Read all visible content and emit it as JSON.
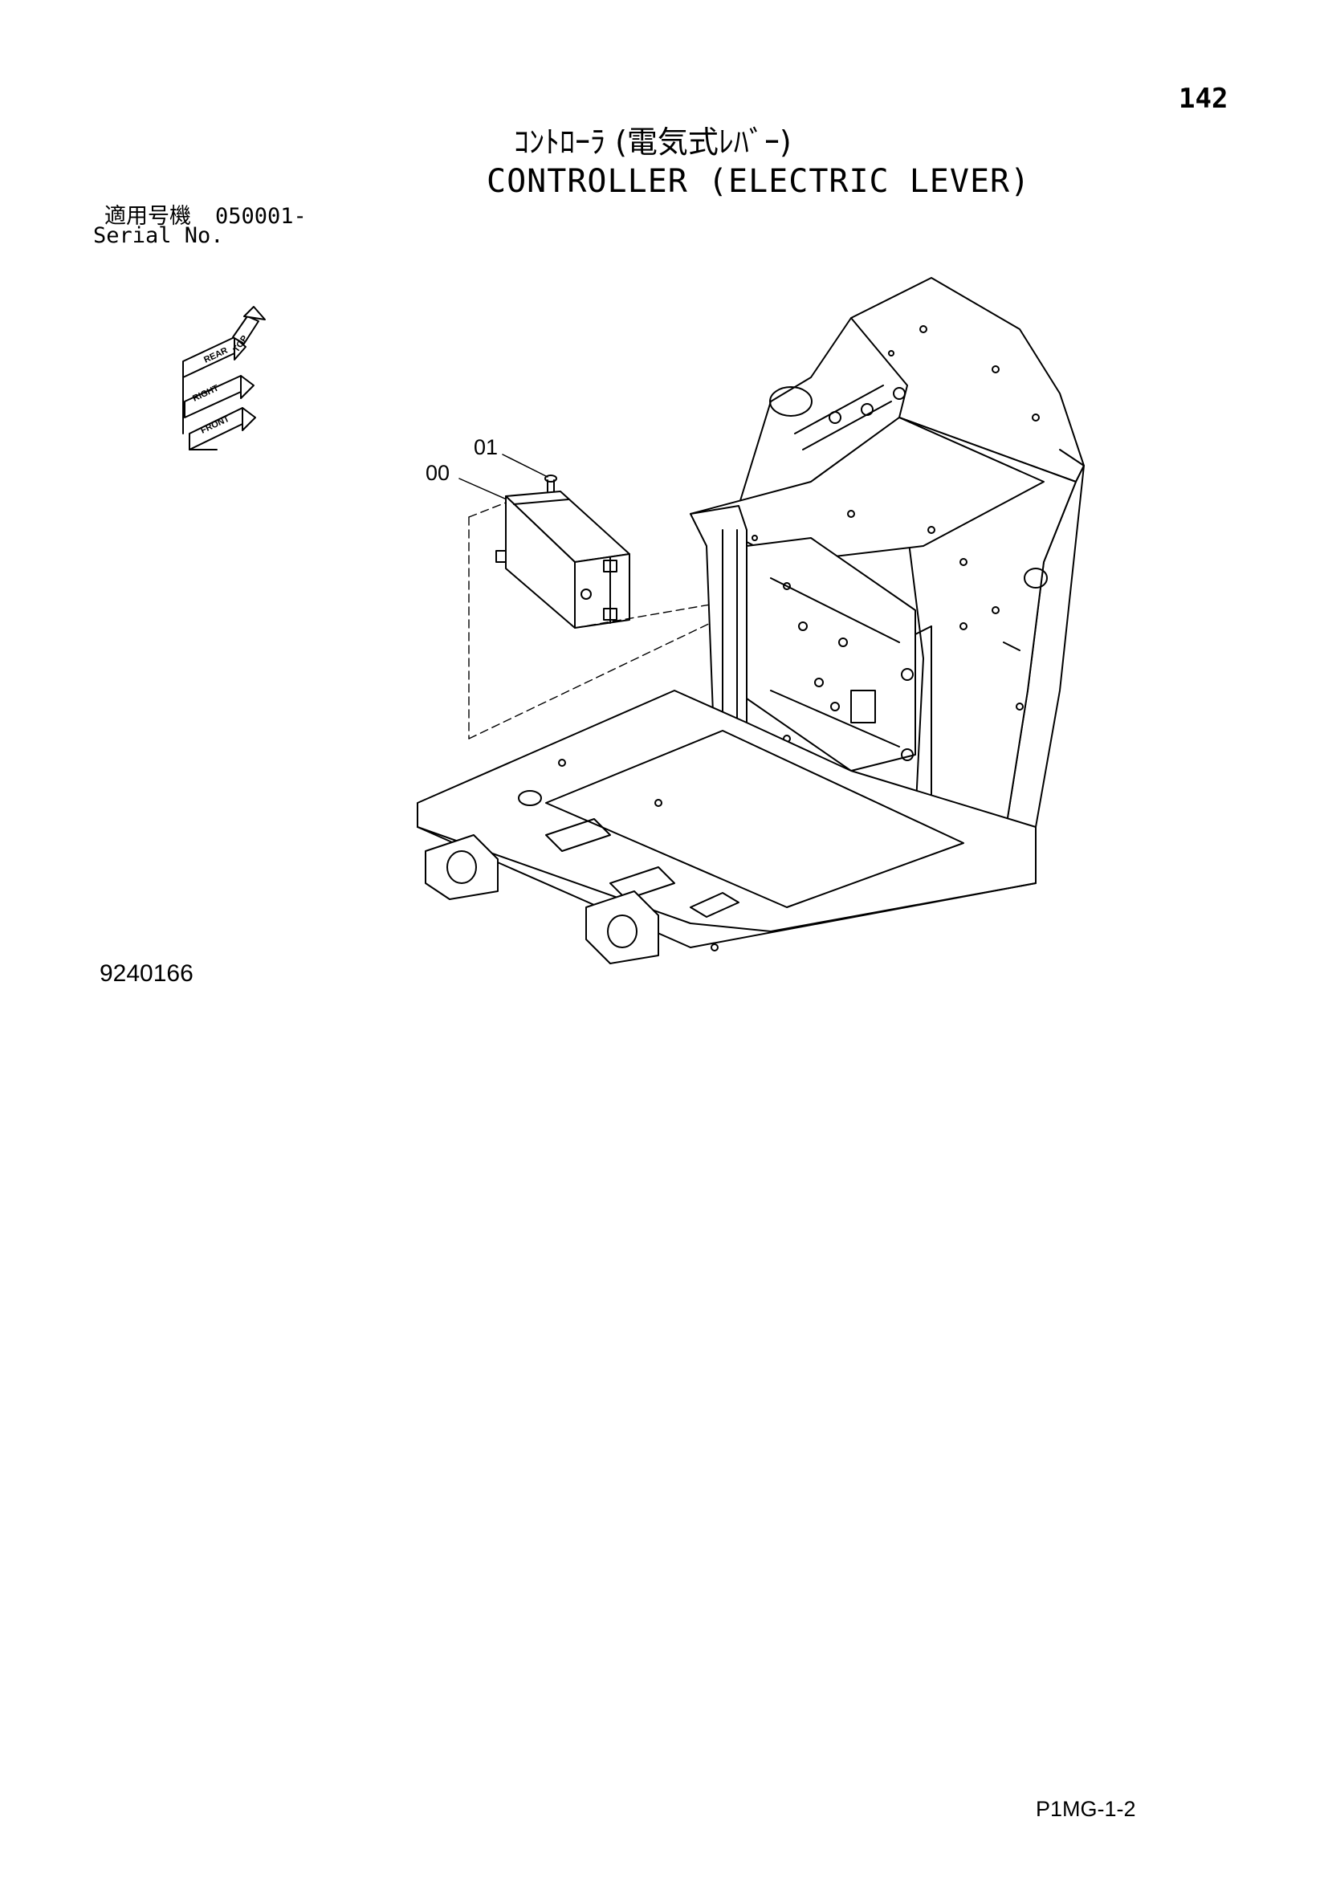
{
  "page_number": "142",
  "title_jp": "ｺﾝﾄﾛｰﾗ (電気式ﾚﾊﾞｰ)",
  "title_en": "CONTROLLER (ELECTRIC LEVER)",
  "serial": {
    "label_jp": "適用号機",
    "value": "050001-",
    "label_en": "Serial No."
  },
  "orientation": {
    "top": "TOP",
    "rear": "REAR",
    "right": "RIGHT",
    "front": "FRONT"
  },
  "callouts": [
    "01",
    "00"
  ],
  "drawing_number": "9240166",
  "footer_code": "P1MG-1-2"
}
